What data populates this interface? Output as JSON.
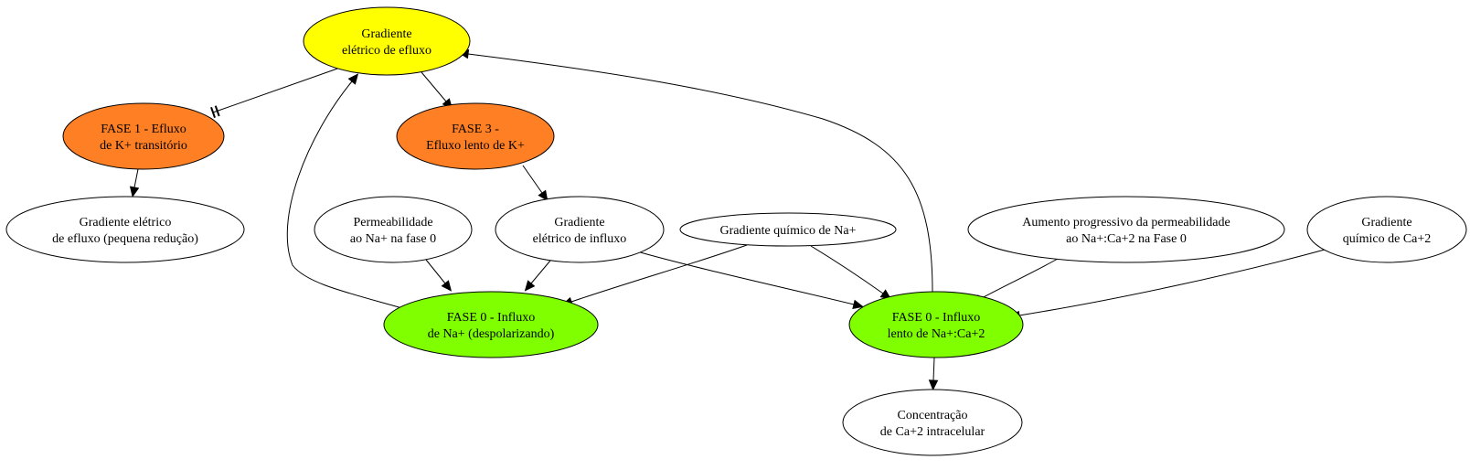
{
  "nodes": {
    "gradiente_eletrico_efluxo": {
      "lines": [
        "Gradiente",
        "elétrico de efluxo"
      ],
      "color": "#ffff00"
    },
    "fase1": {
      "lines": [
        "FASE 1 - Efluxo",
        "de K+ transitório"
      ],
      "color": "#ff7f24"
    },
    "fase3": {
      "lines": [
        "FASE 3 -",
        "Efluxo lento de K+"
      ],
      "color": "#ff7f24"
    },
    "gradiente_efluxo_reducao": {
      "lines": [
        "Gradiente elétrico",
        "de efluxo (pequena redução)"
      ],
      "color": "#ffffff"
    },
    "permeabilidade_na": {
      "lines": [
        "Permeabilidade",
        "ao Na+ na fase 0"
      ],
      "color": "#ffffff"
    },
    "gradiente_eletrico_influxo": {
      "lines": [
        "Gradiente",
        "elétrico de influxo"
      ],
      "color": "#ffffff"
    },
    "gradiente_quimico_na": {
      "lines": [
        "Gradiente químico de Na+"
      ],
      "color": "#ffffff"
    },
    "aumento_permeabilidade": {
      "lines": [
        "Aumento progressivo da permeabilidade",
        "ao Na+:Ca+2 na Fase 0"
      ],
      "color": "#ffffff"
    },
    "gradiente_quimico_ca": {
      "lines": [
        "Gradiente",
        "químico de Ca+2"
      ],
      "color": "#ffffff"
    },
    "fase0_na": {
      "lines": [
        "FASE 0 - Influxo",
        "de Na+ (despolarizando)"
      ],
      "color": "#7fff00"
    },
    "fase0_naca": {
      "lines": [
        "FASE 0 - Influxo",
        "lento de Na+:Ca+2"
      ],
      "color": "#7fff00"
    },
    "concentracao_ca": {
      "lines": [
        "Concentração",
        "de Ca+2 intracelular"
      ],
      "color": "#ffffff"
    }
  },
  "edges": [
    {
      "from": "gradiente_eletrico_efluxo",
      "to": "fase1",
      "type": "tee"
    },
    {
      "from": "gradiente_eletrico_efluxo",
      "to": "fase3",
      "type": "arrow"
    },
    {
      "from": "fase1",
      "to": "gradiente_efluxo_reducao",
      "type": "arrow"
    },
    {
      "from": "fase3",
      "to": "gradiente_eletrico_influxo",
      "type": "arrow"
    },
    {
      "from": "permeabilidade_na",
      "to": "fase0_na",
      "type": "arrow"
    },
    {
      "from": "gradiente_eletrico_influxo",
      "to": "fase0_na",
      "type": "arrow"
    },
    {
      "from": "gradiente_quimico_na",
      "to": "fase0_na",
      "type": "arrow"
    },
    {
      "from": "gradiente_eletrico_influxo",
      "to": "fase0_naca",
      "type": "arrow"
    },
    {
      "from": "gradiente_quimico_na",
      "to": "fase0_naca",
      "type": "arrow"
    },
    {
      "from": "aumento_permeabilidade",
      "to": "fase0_naca",
      "type": "arrow"
    },
    {
      "from": "gradiente_quimico_ca",
      "to": "fase0_naca",
      "type": "arrow"
    },
    {
      "from": "fase0_na",
      "to": "gradiente_eletrico_efluxo",
      "type": "arrow"
    },
    {
      "from": "fase0_naca",
      "to": "gradiente_eletrico_efluxo",
      "type": "arrow"
    },
    {
      "from": "fase0_naca",
      "to": "concentracao_ca",
      "type": "arrow"
    }
  ]
}
